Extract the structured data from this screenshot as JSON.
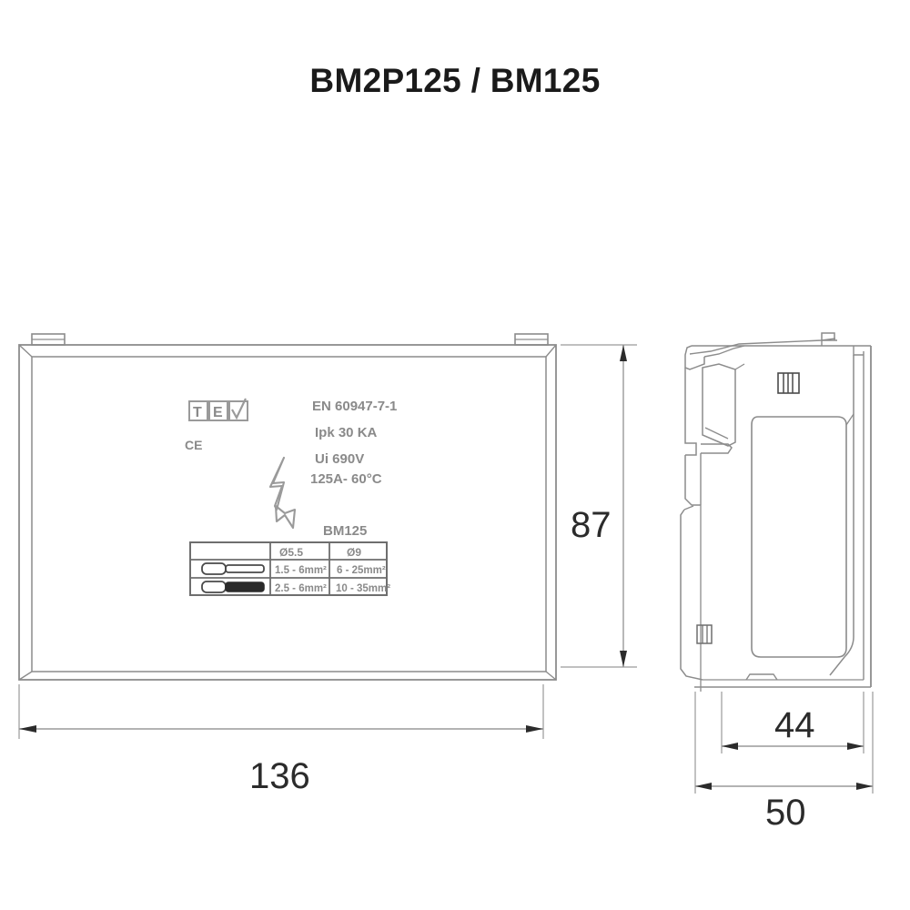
{
  "title": "BM2P125 / BM125",
  "front_view": {
    "label_block": {
      "brand_logo": "TEV",
      "ce_mark": "CE",
      "hazard_symbol": "lightning-bolt",
      "spec_lines": [
        "EN 60947-7-1",
        "Ipk 30 KA",
        "Ui 690V",
        "125A- 60°C"
      ],
      "table_caption": "BM125",
      "wire_table": {
        "columns": [
          "",
          "Ø5.5",
          "Ø9"
        ],
        "rows": [
          {
            "icon": "ferrule-hollow",
            "cells": [
              "1.5 - 6mm²",
              "6 - 25mm²"
            ]
          },
          {
            "icon": "ferrule-filled",
            "cells": [
              "2.5 - 6mm²",
              "10 - 35mm²"
            ]
          }
        ]
      }
    },
    "dimensions": {
      "width": "136",
      "height": "87"
    }
  },
  "side_view": {
    "dimensions": {
      "inner_depth": "44",
      "outer_depth": "50"
    }
  },
  "colors": {
    "line": "#8c8c8c",
    "line_dark": "#5f5f5f",
    "text": "#2b2b2b",
    "label_text": "#8a8a8a",
    "background": "#ffffff"
  }
}
